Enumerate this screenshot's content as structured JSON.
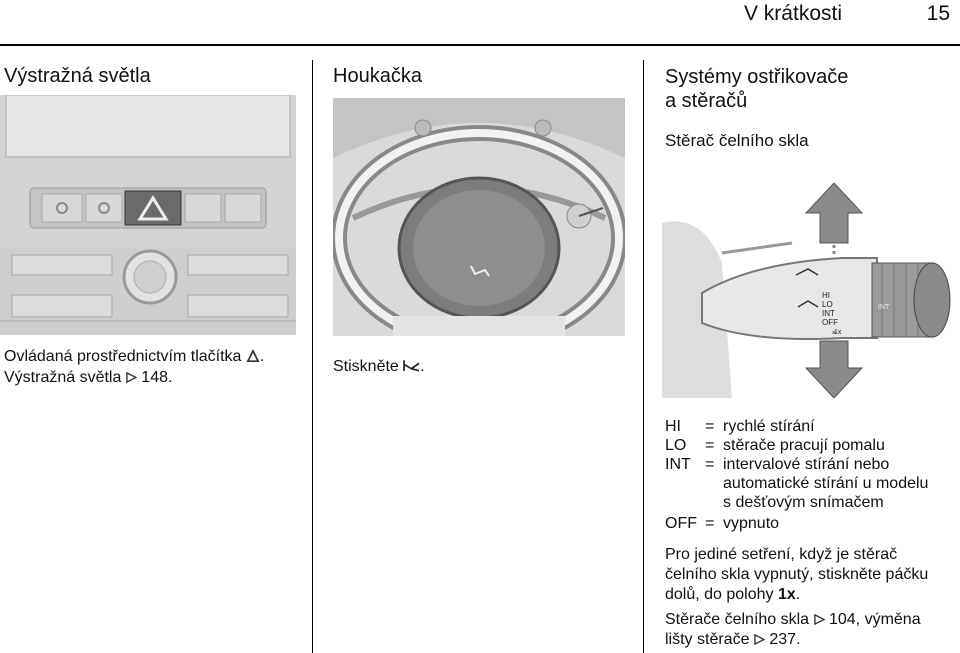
{
  "header": {
    "title": "V krátkosti",
    "page_number": "15"
  },
  "col1": {
    "title": "Výstražná světla",
    "line1_text": "Ovládaná prostřednictvím tlačítka",
    "line1_end": ".",
    "line2_text": "Výstražná světla",
    "line2_ref": "148."
  },
  "col2": {
    "title": "Houkačka",
    "press_text": "Stiskněte",
    "press_end": "."
  },
  "col3": {
    "title_line1": "Systémy ostřikovače",
    "title_line2": "a stěračů",
    "subtitle": "Stěrač čelního skla",
    "stalk_labels": [
      "HI",
      "LO",
      "INT",
      "OFF",
      "1x",
      "INT"
    ],
    "legend": [
      {
        "key": "HI",
        "eq": "=",
        "val": "rychlé stírání"
      },
      {
        "key": "LO",
        "eq": "=",
        "val": "stěrače pracují pomalu"
      },
      {
        "key": "INT",
        "eq": "=",
        "val": "intervalové stírání nebo"
      },
      {
        "key": "",
        "eq": "",
        "val": "automatické stírání u modelu"
      },
      {
        "key": "",
        "eq": "",
        "val": "s dešťovým snímačem"
      },
      {
        "key": "OFF",
        "eq": "=",
        "val": "vypnuto"
      }
    ],
    "para1_a": "Pro jediné setření, když je stěrač",
    "para1_b": "čelního skla vypnutý, stiskněte páčku",
    "para1_c": "dolů, do polohy",
    "para1_bold": "1x",
    "para1_end": ".",
    "para2_a": "Stěrače čelního skla",
    "para2_ref1": "104, výměna",
    "para2_b": "lišty stěrače",
    "para2_ref2": "237."
  }
}
